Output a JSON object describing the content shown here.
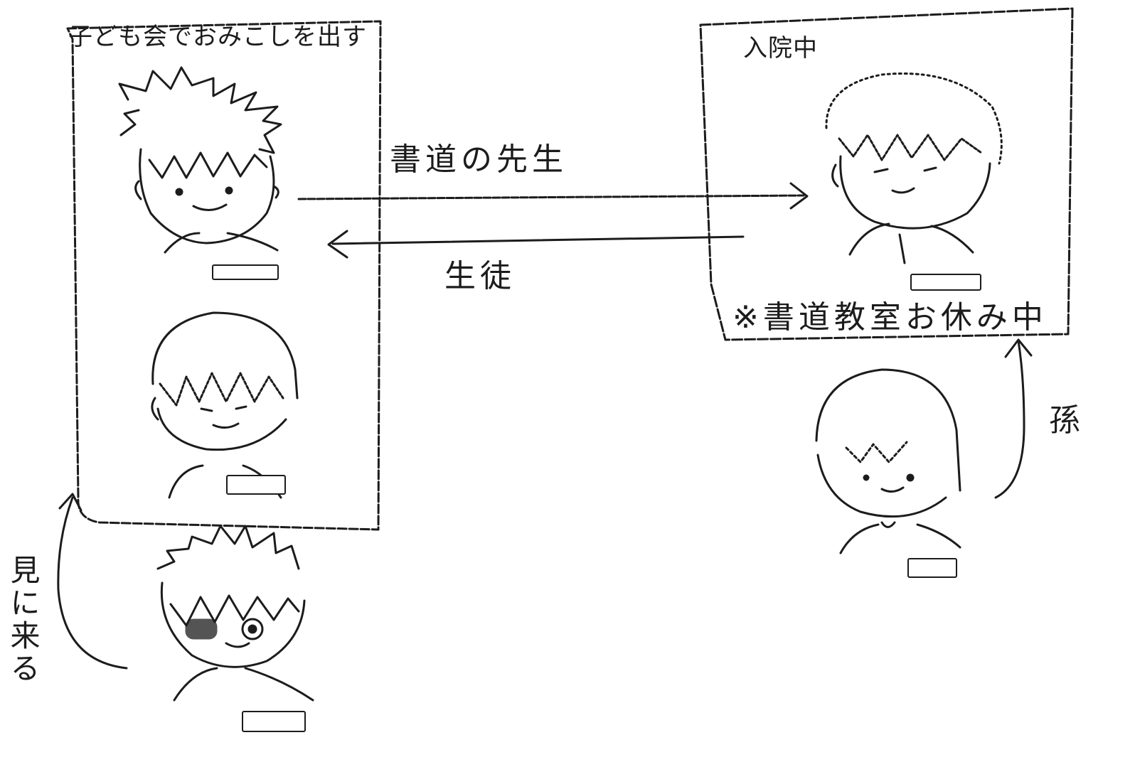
{
  "left_box": {
    "title": "子ども会でおみこしを出す"
  },
  "right_box": {
    "title": "入院中",
    "note": "※書道教室お休み中"
  },
  "arrows": {
    "to_right_label": "書道の先生",
    "to_left_label": "生徒",
    "come_to_see_label": "見に来る",
    "grandchild_label": "孫"
  },
  "people": [
    {
      "id": "child-top",
      "tag": ""
    },
    {
      "id": "child-middle",
      "tag": ""
    },
    {
      "id": "visitor-bottom",
      "tag": ""
    },
    {
      "id": "teacher-hospital",
      "tag": ""
    },
    {
      "id": "grandchild",
      "tag": ""
    }
  ],
  "colors": {
    "ink": "#1c1c1c",
    "paper": "#ffffff"
  }
}
